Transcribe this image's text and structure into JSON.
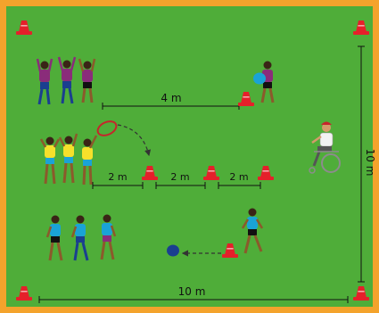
{
  "measurements": {
    "top_distance": "4 m",
    "middle_segments": [
      "2 m",
      "2 m",
      "2 m"
    ],
    "field_width": "10 m",
    "field_height": "10 m"
  },
  "colors": {
    "field": "#4fad39",
    "border": "#f4a32c",
    "cone": "#e5202a",
    "group_top_shirt": "#8a2c7a",
    "group_middle_shirt": "#f6e02b",
    "group_bottom_shirt": "#1aa3d6",
    "ball_top": "#1aa3d6",
    "ball_bottom": "#1a3f8f",
    "ring": "#c6252b"
  },
  "icons": [
    "traffic-cone-icon",
    "player-figure-icon",
    "wheelchair-coach-icon",
    "ball-icon",
    "ring-icon",
    "arrow-icon"
  ]
}
